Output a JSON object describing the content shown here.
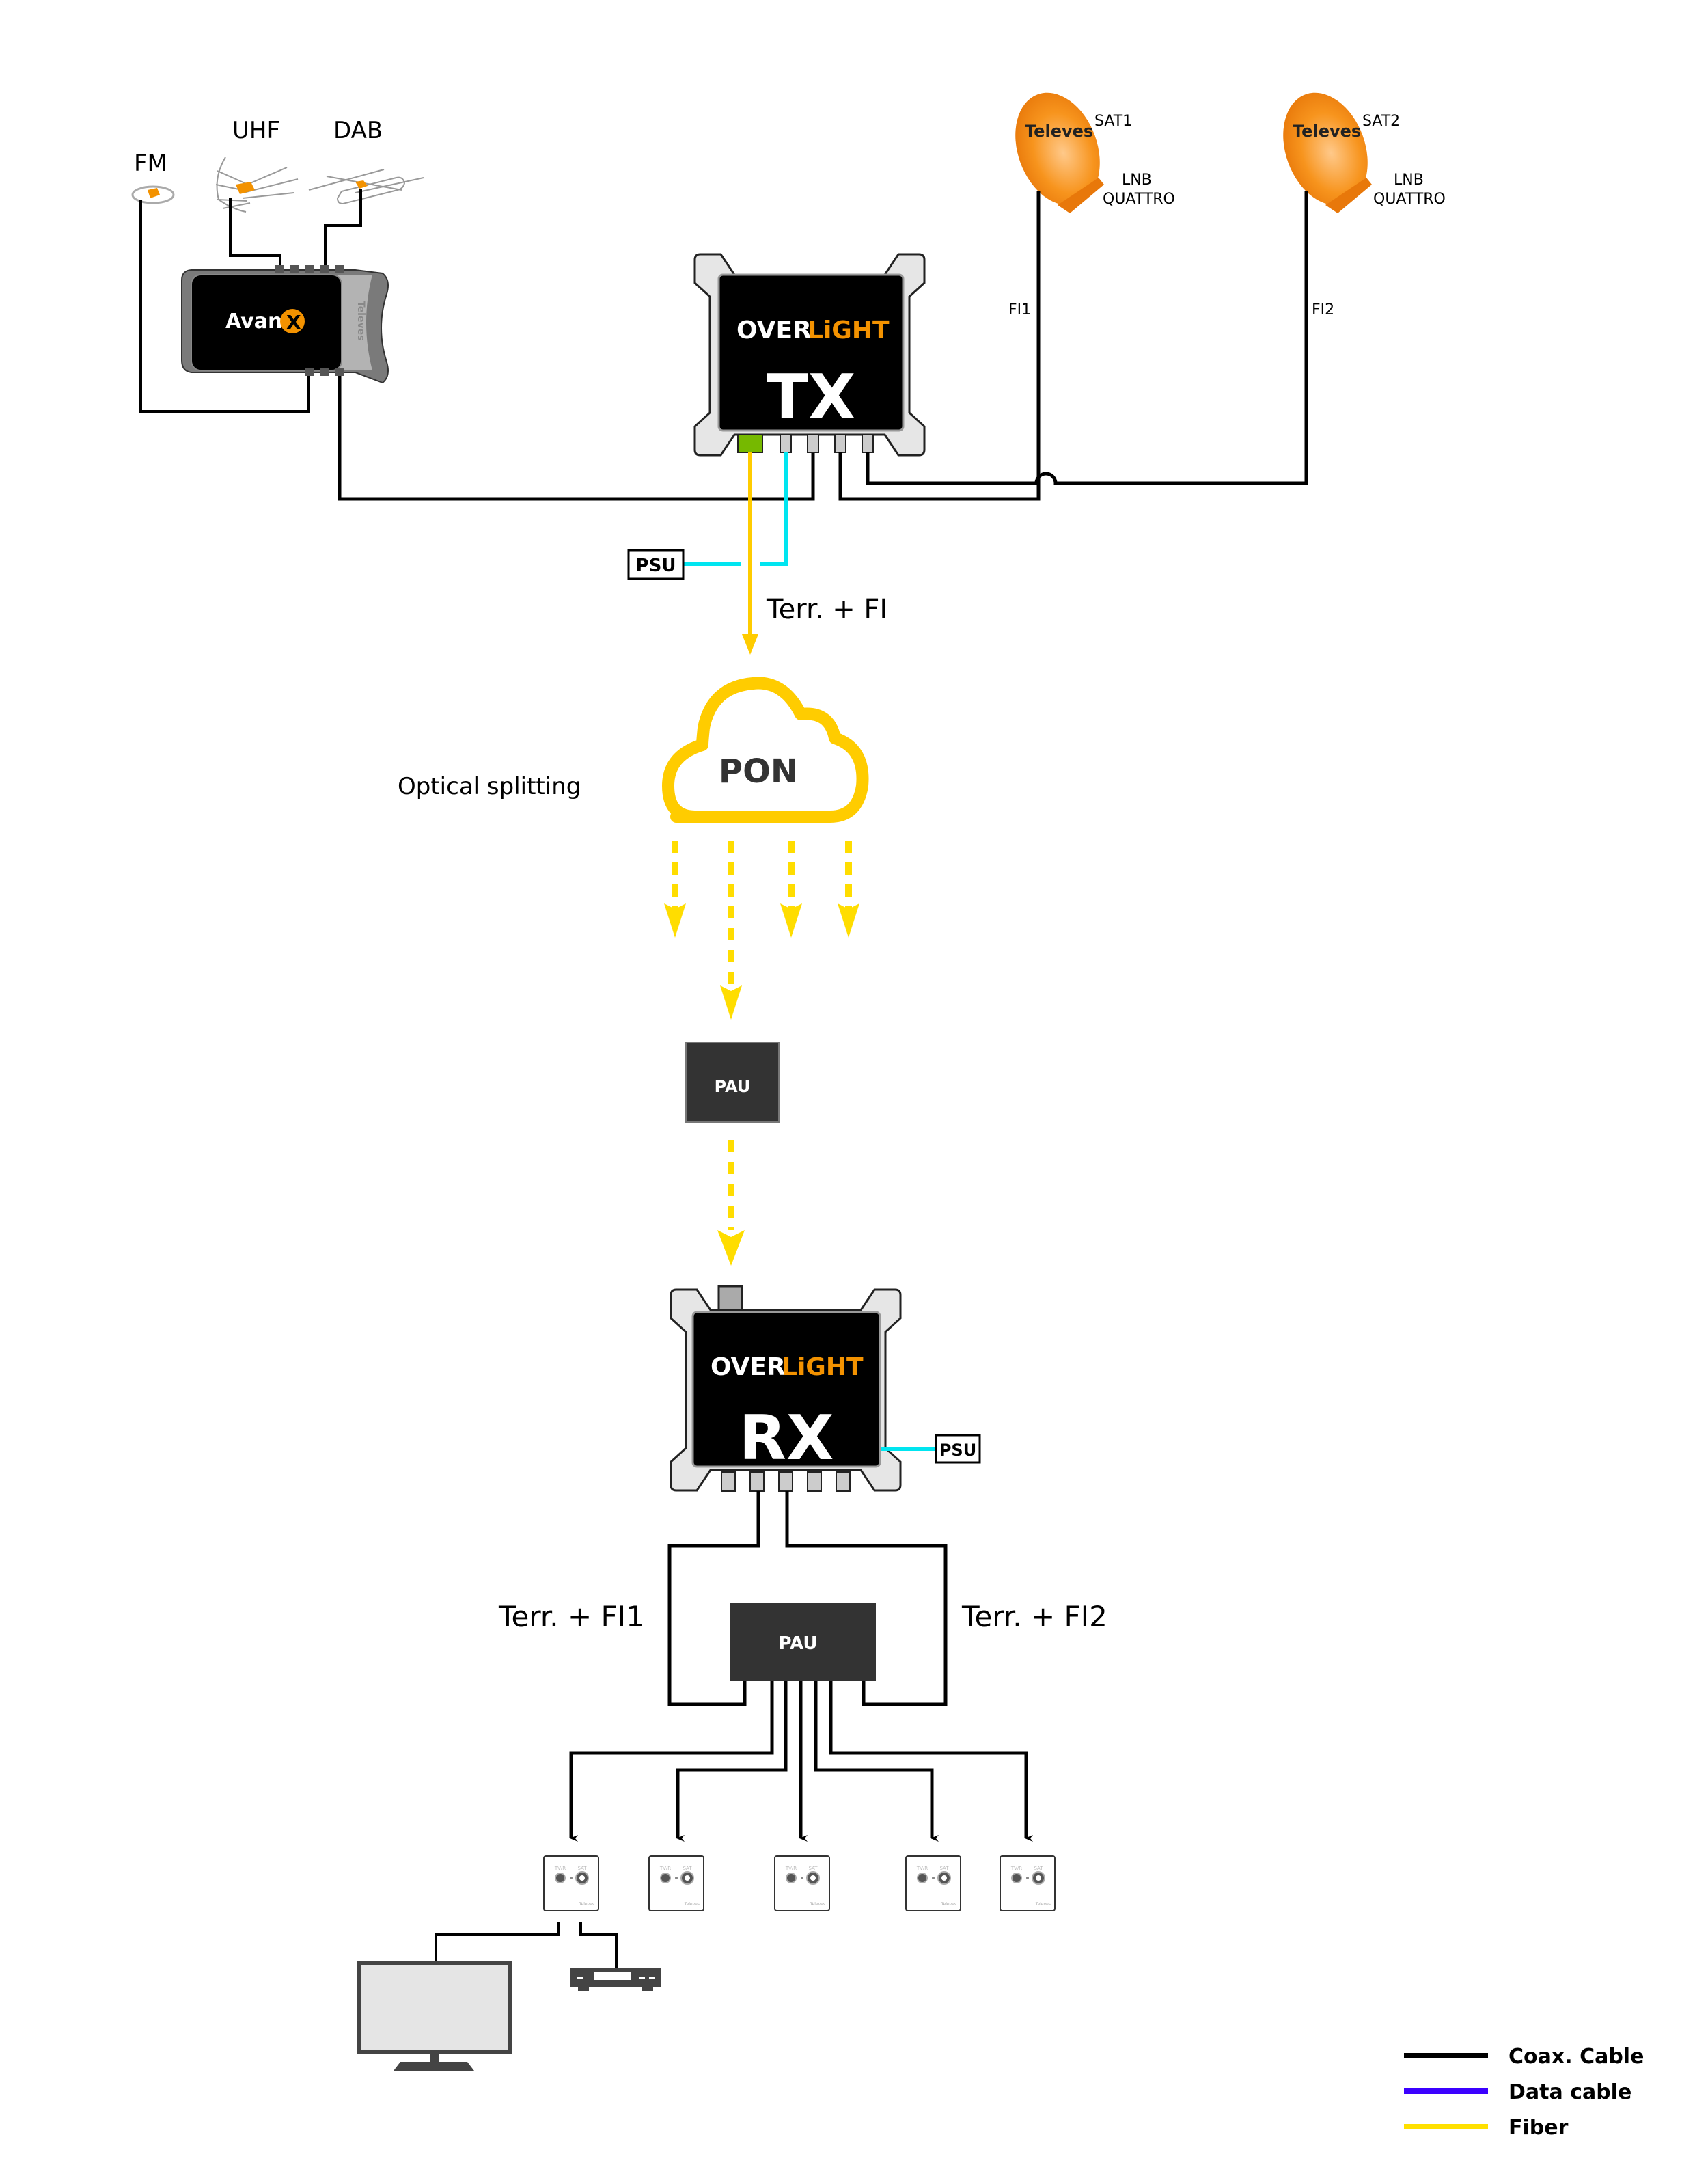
{
  "antennas": {
    "fm": "FM",
    "uhf": "UHF",
    "dab": "DAB"
  },
  "headend": {
    "brand_text": "Avant",
    "brand_mark": "X",
    "side_brand": "Televes"
  },
  "dishes": [
    {
      "name": "SAT1",
      "brand": "Televes",
      "lnb_line1": "LNB",
      "lnb_line2": "QUATTRO",
      "feed_label": "FI1"
    },
    {
      "name": "SAT2",
      "brand": "Televes",
      "lnb_line1": "LNB",
      "lnb_line2": "QUATTRO",
      "feed_label": "FI2"
    }
  ],
  "tx": {
    "logo_over": "OVER",
    "logo_light": "LiGHT",
    "model": "TX"
  },
  "rx": {
    "logo_over": "OVER",
    "logo_light": "LiGHT",
    "model": "RX"
  },
  "psu_label": "PSU",
  "fiber_label": "Terr. + FI",
  "pon": {
    "label": "PON",
    "side_label": "Optical splitting"
  },
  "pau_label": "PAU",
  "rx_outputs": {
    "left": "Terr. + FI1",
    "right": "Terr. + FI2"
  },
  "socket": {
    "port1": "TV/R",
    "port2": "SAT",
    "brand": "Televes"
  },
  "legend": [
    {
      "label": "Coax. Cable",
      "color": "#000000"
    },
    {
      "label": "Data cable",
      "color": "#3b00ff"
    },
    {
      "label": "Fiber",
      "color": "#ffe000"
    }
  ],
  "colors": {
    "brand_orange": "#f39200",
    "dish_orange": "#f7941d",
    "fiber": "#ffcc00",
    "power": "#00e5f0",
    "port_green": "#76b900",
    "pau": "#333333"
  }
}
